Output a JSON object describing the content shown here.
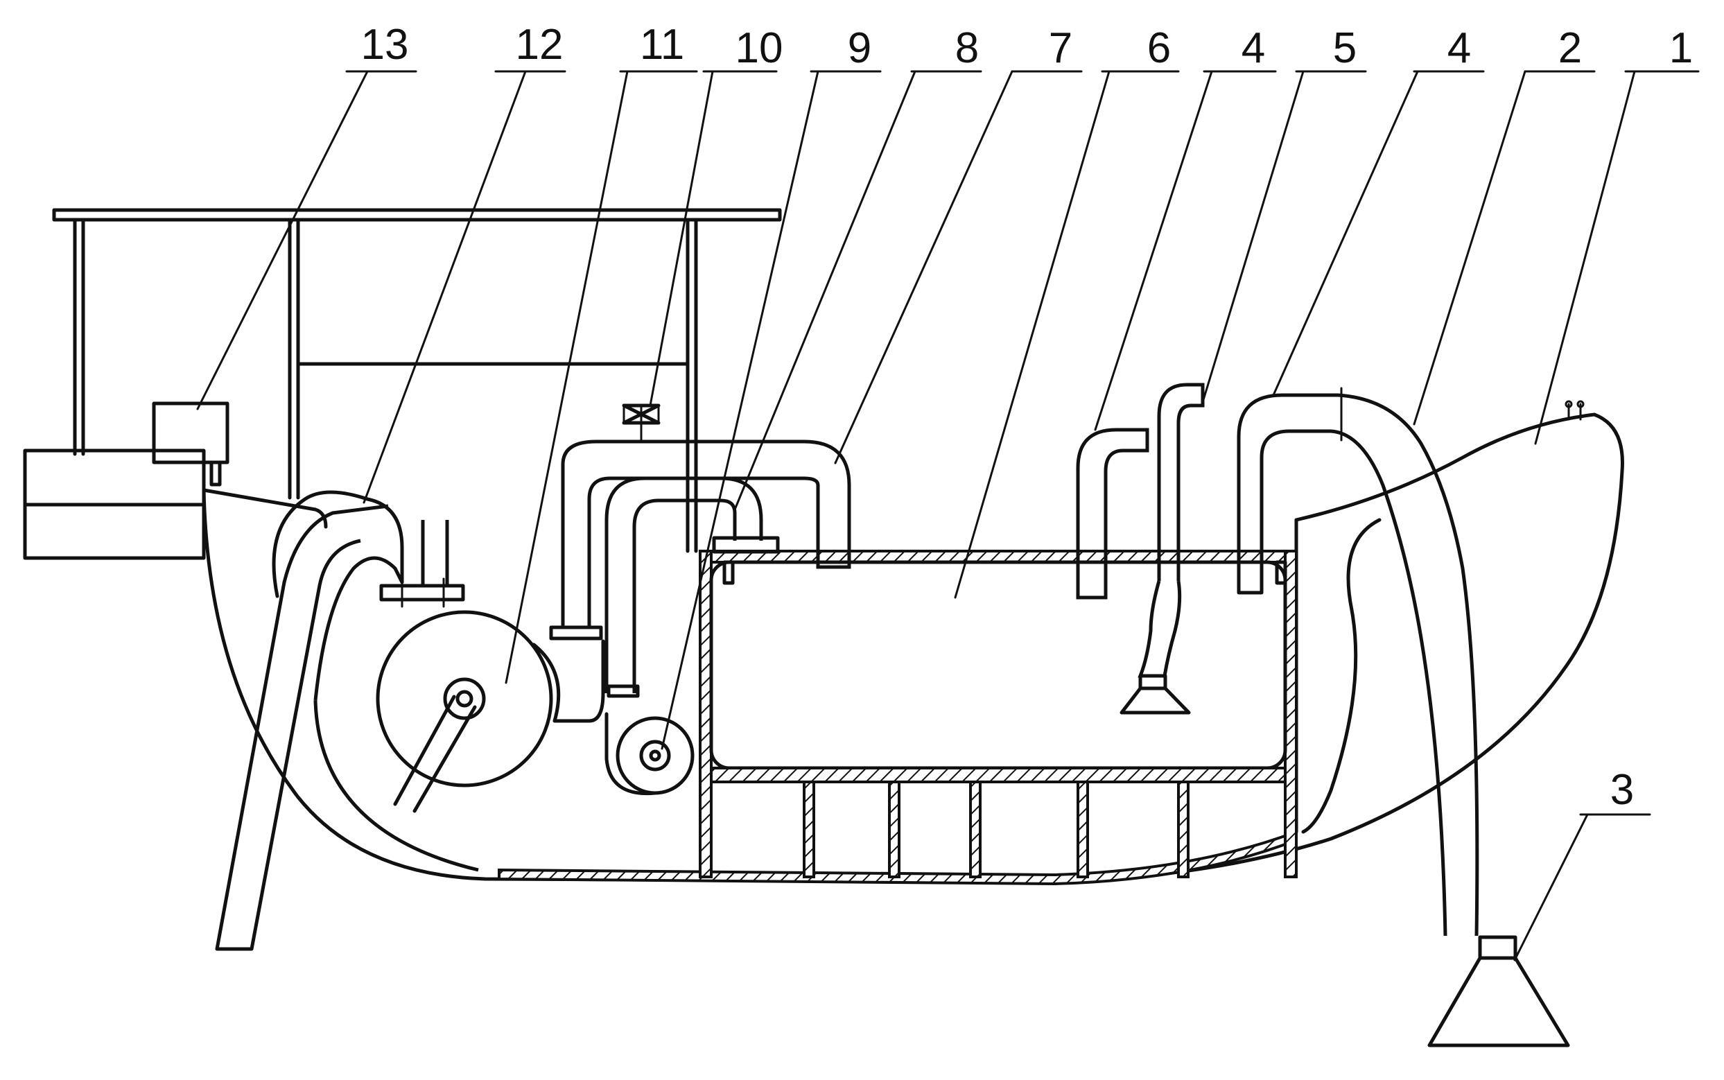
{
  "labels": {
    "l13": "13",
    "l12": "12",
    "l11": "11",
    "l10": "10",
    "l9": "9",
    "l8": "8",
    "l7": "7",
    "l6": "6",
    "l4a": "4",
    "l5": "5",
    "l4b": "4",
    "l2": "2",
    "l1": "1",
    "l3": "3"
  }
}
